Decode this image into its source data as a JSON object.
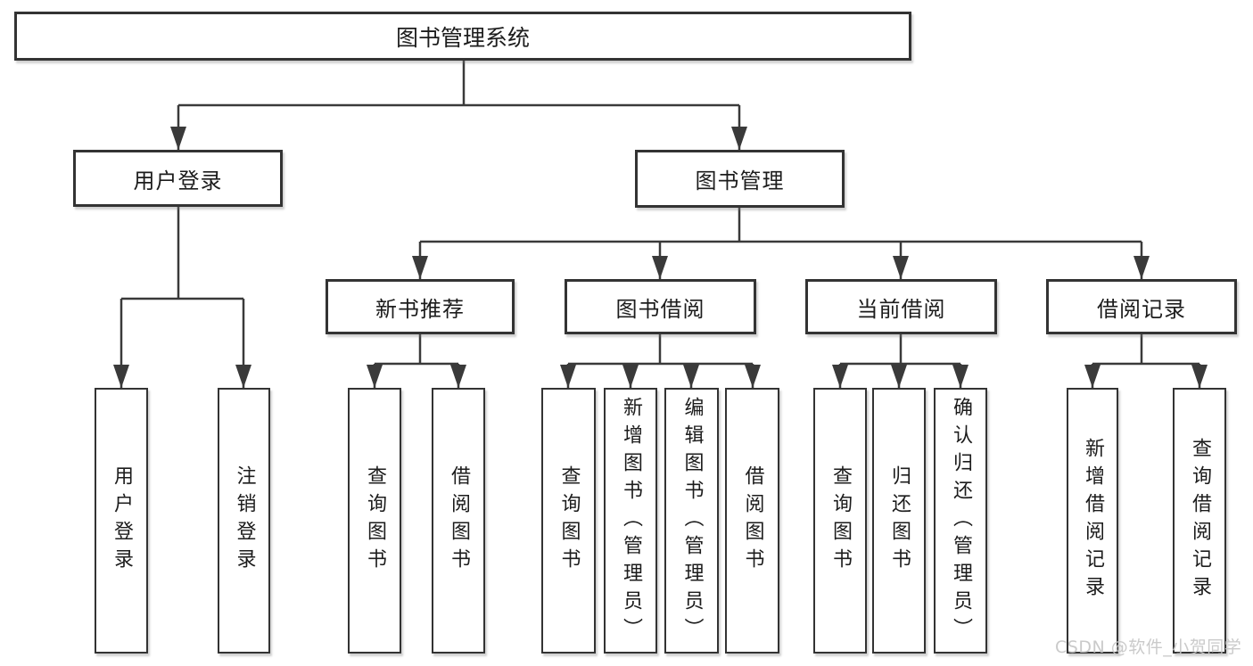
{
  "tree": {
    "root": {
      "label": "图书管理系统",
      "children": [
        {
          "label": "用户登录",
          "children": [
            {
              "label": "用户登录"
            },
            {
              "label": "注销登录"
            }
          ]
        },
        {
          "label": "图书管理",
          "children": [
            {
              "label": "新书推荐",
              "children": [
                {
                  "label": "查询图书"
                },
                {
                  "label": "借阅图书"
                }
              ]
            },
            {
              "label": "图书借阅",
              "children": [
                {
                  "label": "查询图书"
                },
                {
                  "label": "新增图书（管理员）"
                },
                {
                  "label": "编辑图书（管理员）"
                },
                {
                  "label": "借阅图书"
                }
              ]
            },
            {
              "label": "当前借阅",
              "children": [
                {
                  "label": "查询图书"
                },
                {
                  "label": "归还图书"
                },
                {
                  "label": "确认归还（管理员）"
                }
              ]
            },
            {
              "label": "借阅记录",
              "children": [
                {
                  "label": "新增借阅记录"
                },
                {
                  "label": "查询借阅记录"
                }
              ]
            }
          ]
        }
      ]
    }
  },
  "watermark": {
    "text": "CSDN @软件_小贺同学"
  },
  "colors": {
    "line": "#3a3a3a",
    "box_border": "#333333",
    "text": "#1c1c1c",
    "watermark": "#c6c6c6",
    "background": "#ffffff"
  }
}
